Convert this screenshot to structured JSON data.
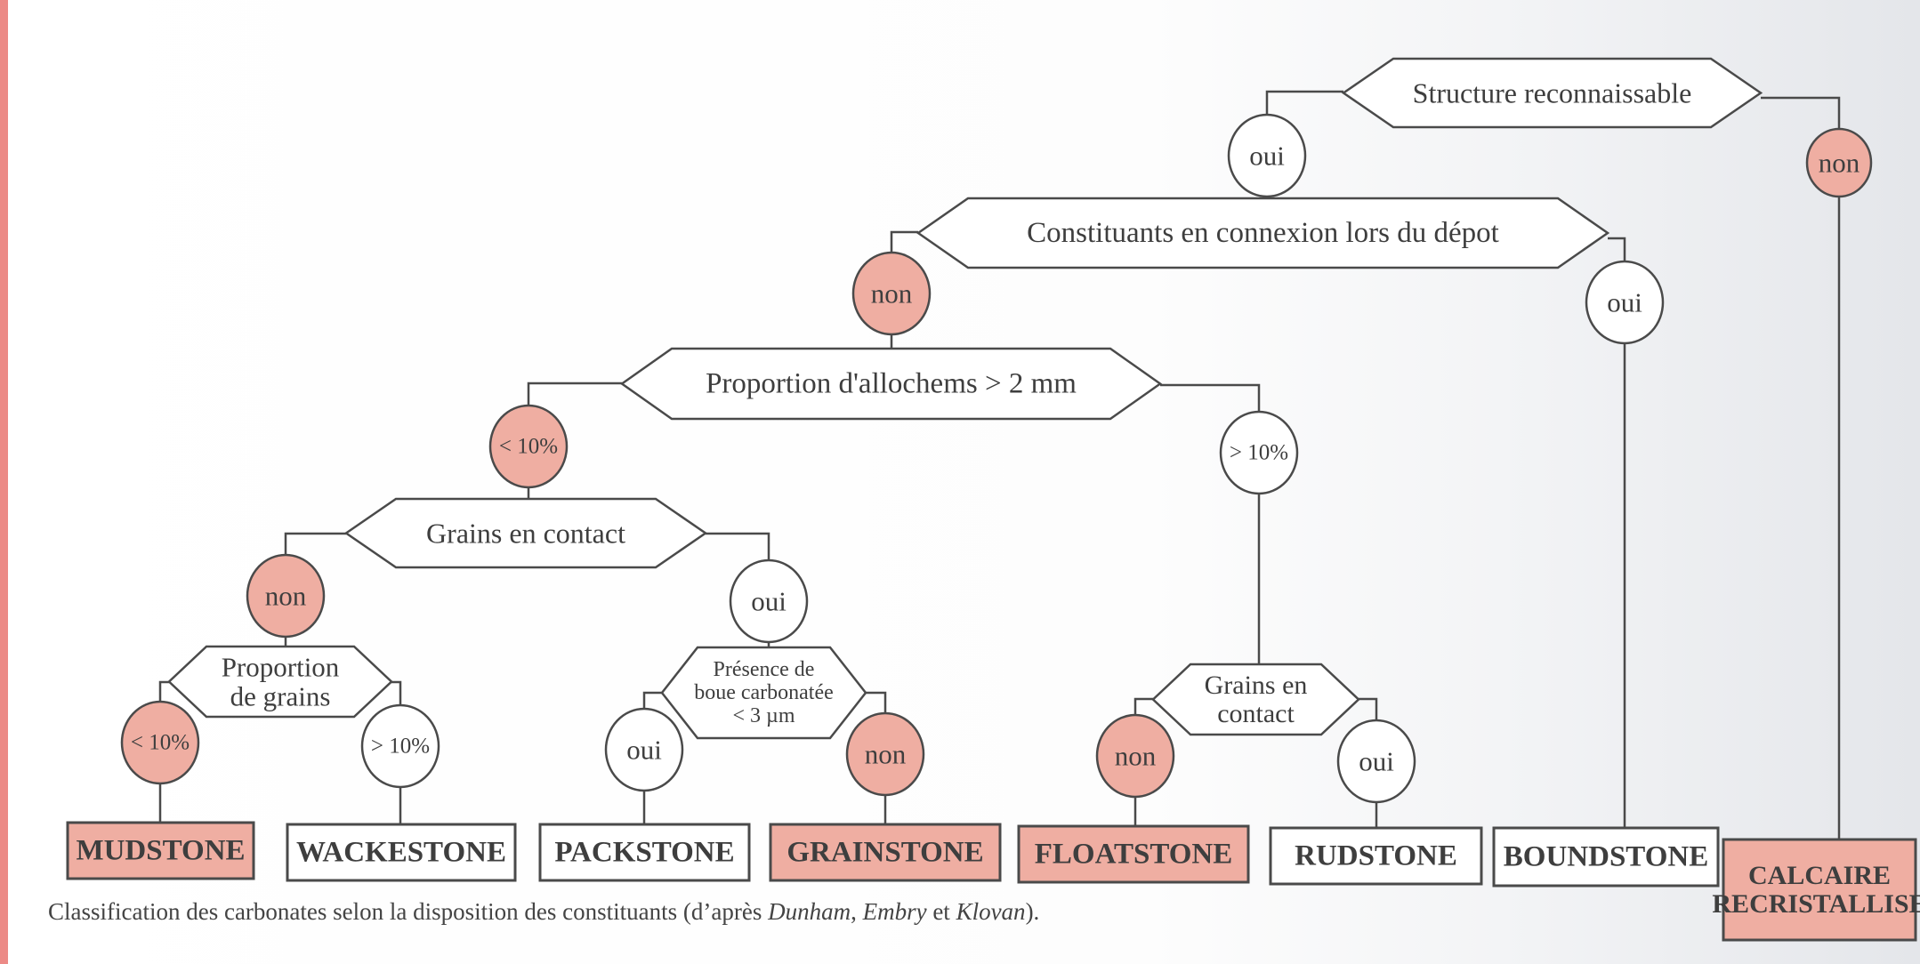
{
  "colors": {
    "stroke": "#4a4a4a",
    "pink_fill": "#efaea2",
    "white_fill": "#ffffff",
    "text": "#3e3e3e",
    "edge_strip": "#ec8a86"
  },
  "decisions": [
    {
      "id": "structure",
      "label": [
        "Structure reconnaissable"
      ]
    },
    {
      "id": "connexion",
      "label": [
        "Constituants en connexion lors du dépot"
      ]
    },
    {
      "id": "allochems",
      "label": [
        "Proportion d'allochems > 2 mm"
      ]
    },
    {
      "id": "contact1",
      "label": [
        "Grains en contact"
      ]
    },
    {
      "id": "prop_grains",
      "label": [
        "Proportion",
        "de grains"
      ]
    },
    {
      "id": "boue",
      "label": [
        "Présence de",
        "boue carbonatée",
        "< 3 µm"
      ]
    },
    {
      "id": "contact2",
      "label": [
        "Grains en",
        "contact"
      ]
    }
  ],
  "answers": [
    {
      "id": "a_structure_oui",
      "label": "oui",
      "highlight": false
    },
    {
      "id": "a_structure_non",
      "label": "non",
      "highlight": true
    },
    {
      "id": "a_connexion_non",
      "label": "non",
      "highlight": true
    },
    {
      "id": "a_connexion_oui",
      "label": "oui",
      "highlight": false
    },
    {
      "id": "a_alloch_lt",
      "label": "< 10%",
      "highlight": true
    },
    {
      "id": "a_alloch_gt",
      "label": "> 10%",
      "highlight": false
    },
    {
      "id": "a_contact1_non",
      "label": "non",
      "highlight": true
    },
    {
      "id": "a_contact1_oui",
      "label": "oui",
      "highlight": false
    },
    {
      "id": "a_grains_lt",
      "label": "< 10%",
      "highlight": true
    },
    {
      "id": "a_grains_gt",
      "label": "> 10%",
      "highlight": false
    },
    {
      "id": "a_boue_oui",
      "label": "oui",
      "highlight": false
    },
    {
      "id": "a_boue_non",
      "label": "non",
      "highlight": true
    },
    {
      "id": "a_contact2_non",
      "label": "non",
      "highlight": true
    },
    {
      "id": "a_contact2_oui",
      "label": "oui",
      "highlight": false
    }
  ],
  "results": [
    {
      "id": "mudstone",
      "label": [
        "MUDSTONE"
      ],
      "highlight": true
    },
    {
      "id": "wackestone",
      "label": [
        "WACKESTONE"
      ],
      "highlight": false
    },
    {
      "id": "packstone",
      "label": [
        "PACKSTONE"
      ],
      "highlight": false
    },
    {
      "id": "grainstone",
      "label": [
        "GRAINSTONE"
      ],
      "highlight": true
    },
    {
      "id": "floatstone",
      "label": [
        "FLOATSTONE"
      ],
      "highlight": true
    },
    {
      "id": "rudstone",
      "label": [
        "RUDSTONE"
      ],
      "highlight": false
    },
    {
      "id": "boundstone",
      "label": [
        "BOUNDSTONE"
      ],
      "highlight": false
    },
    {
      "id": "calcaire",
      "label": [
        "CALCAIRE",
        "RECRISTALLISE"
      ],
      "highlight": true
    }
  ],
  "caption": {
    "prefix": "Classification des carbonates selon la disposition des constituants (d’après ",
    "author1": "Dunham",
    "sep1": ", ",
    "author2": "Embry",
    "sep2": " et ",
    "author3": "Klovan",
    "suffix": ")."
  }
}
